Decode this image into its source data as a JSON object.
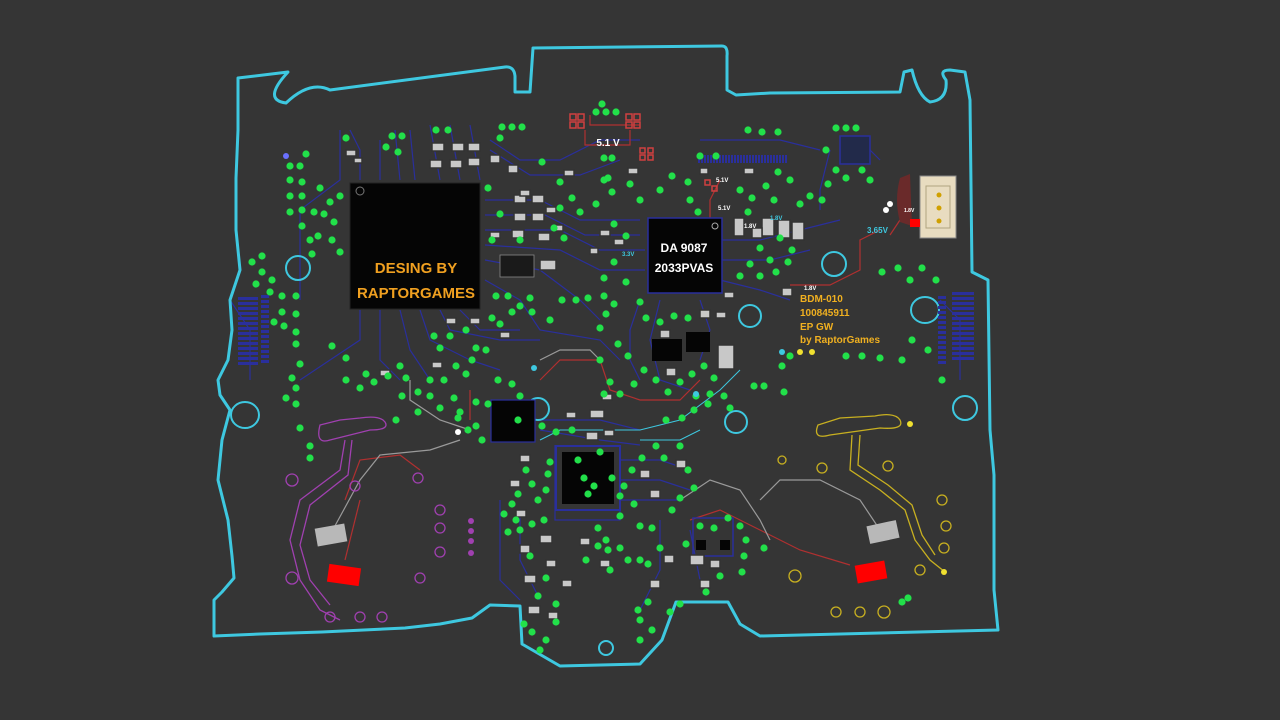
{
  "colors": {
    "background": "#353535",
    "outline": "#3ec8e0",
    "via": "#22e04a",
    "trace_blue": "#2a2f9c",
    "trace_red": "#b03030",
    "trace_gray": "#9a9a9a",
    "trace_cyan": "#3ec8e0",
    "chip_fill": "#050505",
    "main_chip_text": "#f0a020",
    "pmic_chip_text": "#ffffff",
    "info_text": "#f0b020",
    "rail_label": "#ffffff",
    "connector_fill": "#e8dcc0",
    "connector_label": "#3ec8e0",
    "stick_left": "#a040b0",
    "stick_right": "#c8b020",
    "red_pad": "#ff0000",
    "gray_pad": "#b8b8b8"
  },
  "main_chip": {
    "line1": "DESING BY",
    "line2": "RAPTORGAMES"
  },
  "pmic_chip": {
    "line1": "DA 9087",
    "line2": "2033PVAS"
  },
  "board_info": {
    "line1": "BDM-010",
    "line2": "100845911",
    "line3": "EP GW",
    "line4": "by RaptorGames"
  },
  "rail_labels": {
    "top": "5.1 V",
    "pmic_a": "5.1V",
    "pmic_b": "5.1V",
    "pmic_c": "1.8V",
    "pmic_d": "1.8V",
    "pmic_e": "3.3V",
    "right_small": "1.8V",
    "connector": "3.65V",
    "conn_small": "1.8V"
  },
  "icons": {
    "via": "via-dot-icon",
    "mount_hole": "mount-hole-icon",
    "chip": "ic-package-icon",
    "connector": "battery-connector-icon"
  }
}
